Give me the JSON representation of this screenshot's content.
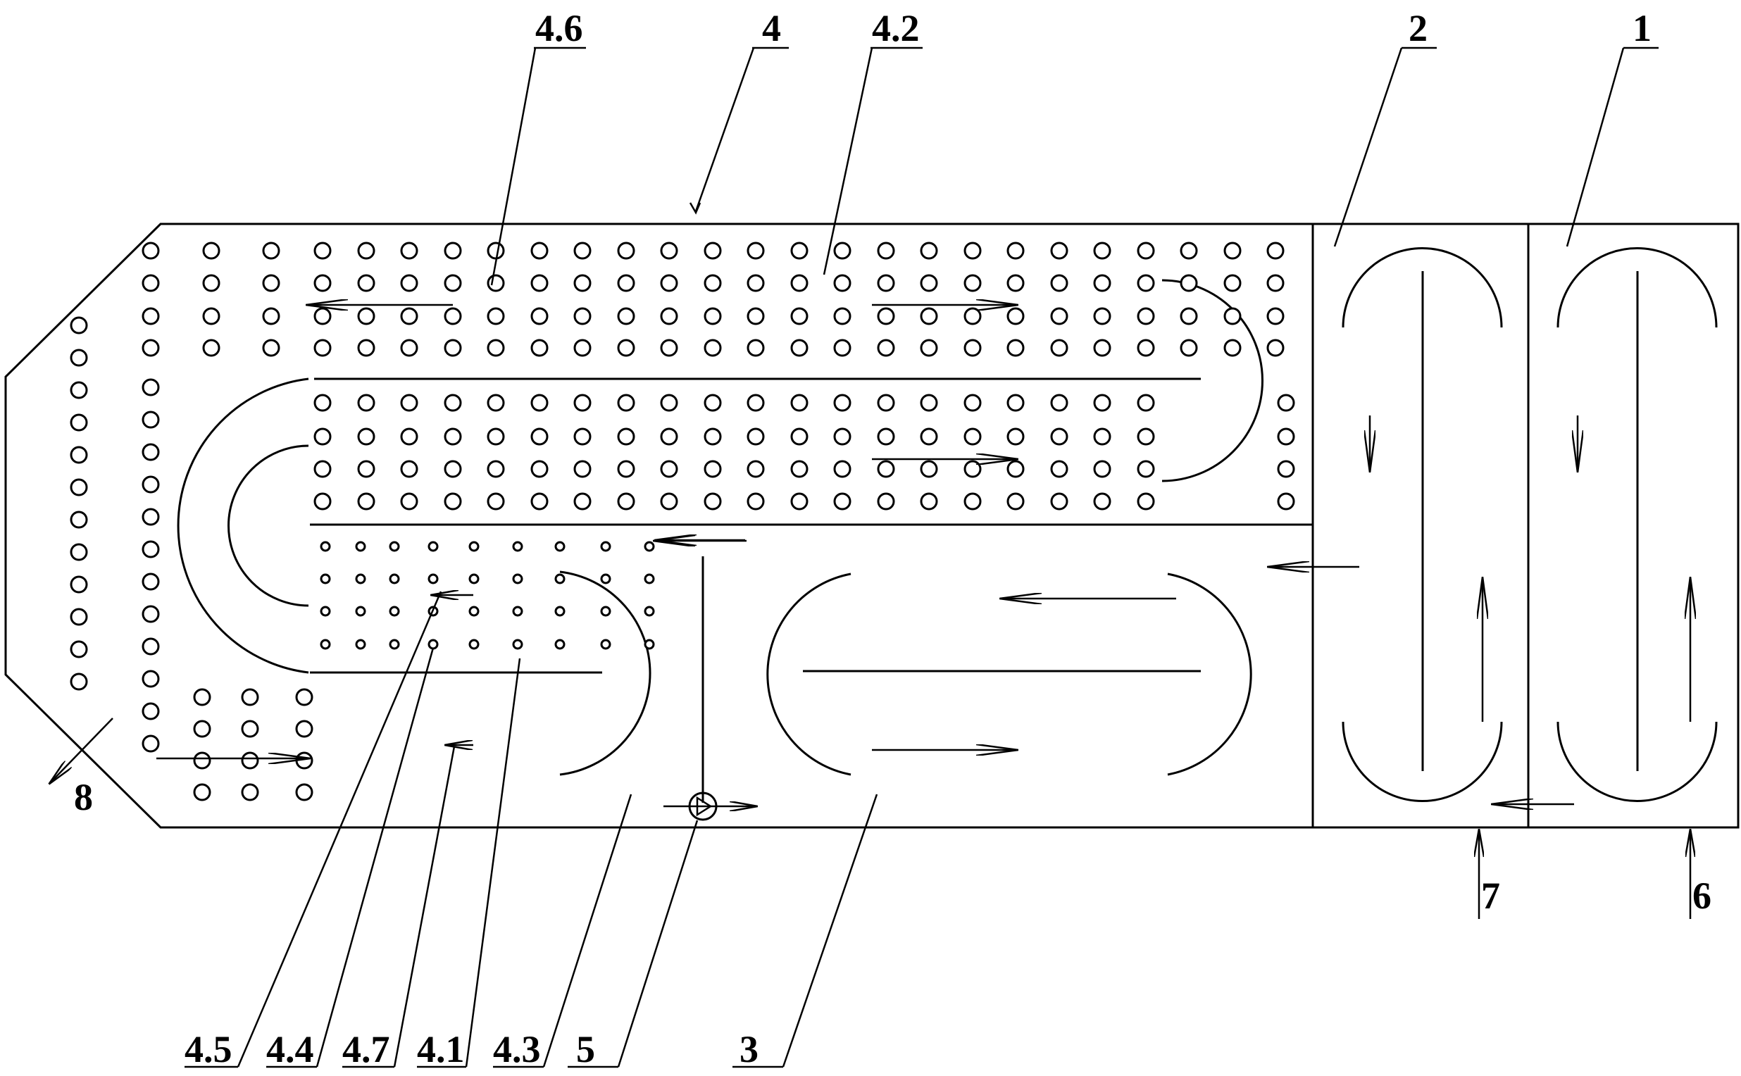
{
  "labels": {
    "l1": "1",
    "l2": "2",
    "l3": "3",
    "l4": "4",
    "l5": "5",
    "l6": "6",
    "l7": "7",
    "l8": "8",
    "l4_1": "4.1",
    "l4_2": "4.2",
    "l4_3": "4.3",
    "l4_4": "4.4",
    "l4_5": "4.5",
    "l4_6": "4.6",
    "l4_7": "4.7"
  }
}
